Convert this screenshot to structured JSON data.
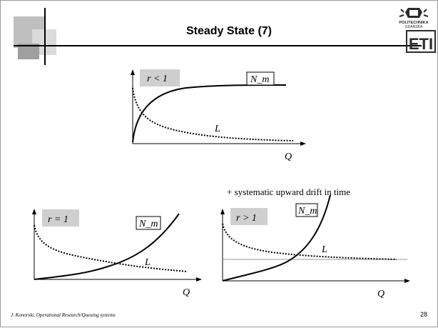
{
  "slide": {
    "title": "Steady State (7)",
    "footer": "J. Konorski, Operational Research/Queuing systems",
    "page_number": "28",
    "logo_text": [
      "POLITECHNIKA",
      "GDAŃSKA"
    ],
    "logo_letters": "ETI",
    "annotation": "+ systematic upward drift in time"
  },
  "chart_data": [
    {
      "type": "line",
      "condition_label": "r < 1",
      "xlabel": "Q",
      "series": [
        {
          "name": "N_m",
          "style": "solid"
        },
        {
          "name": "L",
          "style": "dotted"
        }
      ]
    },
    {
      "type": "line",
      "condition_label": "r = 1",
      "xlabel": "Q",
      "series": [
        {
          "name": "N_m",
          "style": "solid"
        },
        {
          "name": "L",
          "style": "dotted"
        }
      ]
    },
    {
      "type": "line",
      "condition_label": "r > 1",
      "xlabel": "Q",
      "series": [
        {
          "name": "N_m",
          "style": "solid"
        },
        {
          "name": "L",
          "style": "dotted"
        }
      ]
    }
  ],
  "colors": {
    "label_box": "#cfcfcf",
    "reference_line": "#9a9a9a",
    "logo": "#2b2b2b"
  }
}
